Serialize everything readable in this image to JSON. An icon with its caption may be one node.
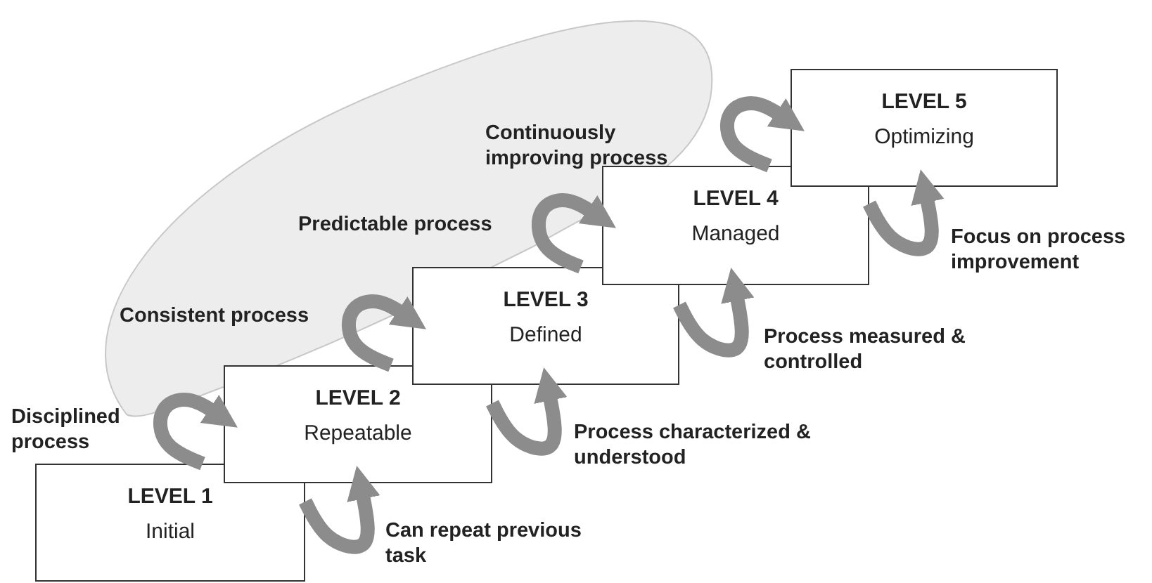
{
  "diagram": {
    "nodes": [
      {
        "text": [
          "LEVEL 1",
          "Initial"
        ]
      },
      {
        "text": [
          "LEVEL 2",
          "Repeatable"
        ]
      },
      {
        "text": [
          "LEVEL 3",
          "Defined"
        ]
      },
      {
        "text": [
          "LEVEL 4",
          "Managed"
        ]
      },
      {
        "text": [
          "LEVEL 5",
          "Optimizing"
        ]
      }
    ],
    "edges": [
      {
        "from": 0,
        "to": 1,
        "arrow": "to",
        "label": "Disciplined process"
      },
      {
        "from": 1,
        "to": 2,
        "arrow": "to",
        "label": "Consistent process"
      },
      {
        "from": 2,
        "to": 3,
        "arrow": "to",
        "label": "Predictable process"
      },
      {
        "from": 3,
        "to": 4,
        "arrow": "to",
        "label": "Continuously improving process"
      },
      {
        "from": 0,
        "to": 1,
        "arrow": "to",
        "label": "Can repeat previous task"
      },
      {
        "from": 1,
        "to": 2,
        "arrow": "to",
        "label": "Process characterized & understood"
      },
      {
        "from": 2,
        "to": 3,
        "arrow": "to",
        "label": "Process measured & controlled"
      },
      {
        "from": 3,
        "to": 4,
        "arrow": "to",
        "label": "Focus on process improvement"
      }
    ]
  }
}
